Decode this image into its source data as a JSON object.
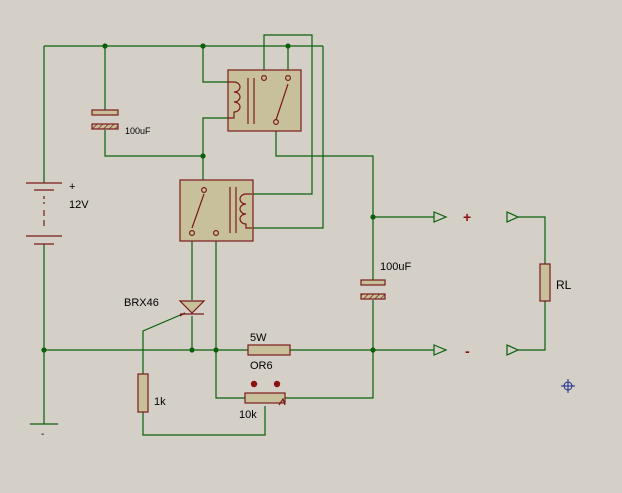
{
  "schematic": {
    "battery_plus": "+",
    "battery_voltage": "12V",
    "cap1_value": "100uF",
    "cap2_value": "100uF",
    "thyristor_label": "BRX46",
    "resistor_power": "5W",
    "resistor_name": "OR6",
    "resistor_1k": "1k",
    "pot_value": "10k",
    "output_plus": "+",
    "output_minus": "-",
    "load_label": "RL",
    "ground_symbol": "-"
  },
  "colors": {
    "background": "#d4d0c8",
    "wire": "#0a5f0a",
    "component": "#7a1a1a",
    "component_fill": "#c8c09a",
    "node": "#0a5f0a",
    "polarity": "#8b1010",
    "marker": "#1a2a8a"
  }
}
